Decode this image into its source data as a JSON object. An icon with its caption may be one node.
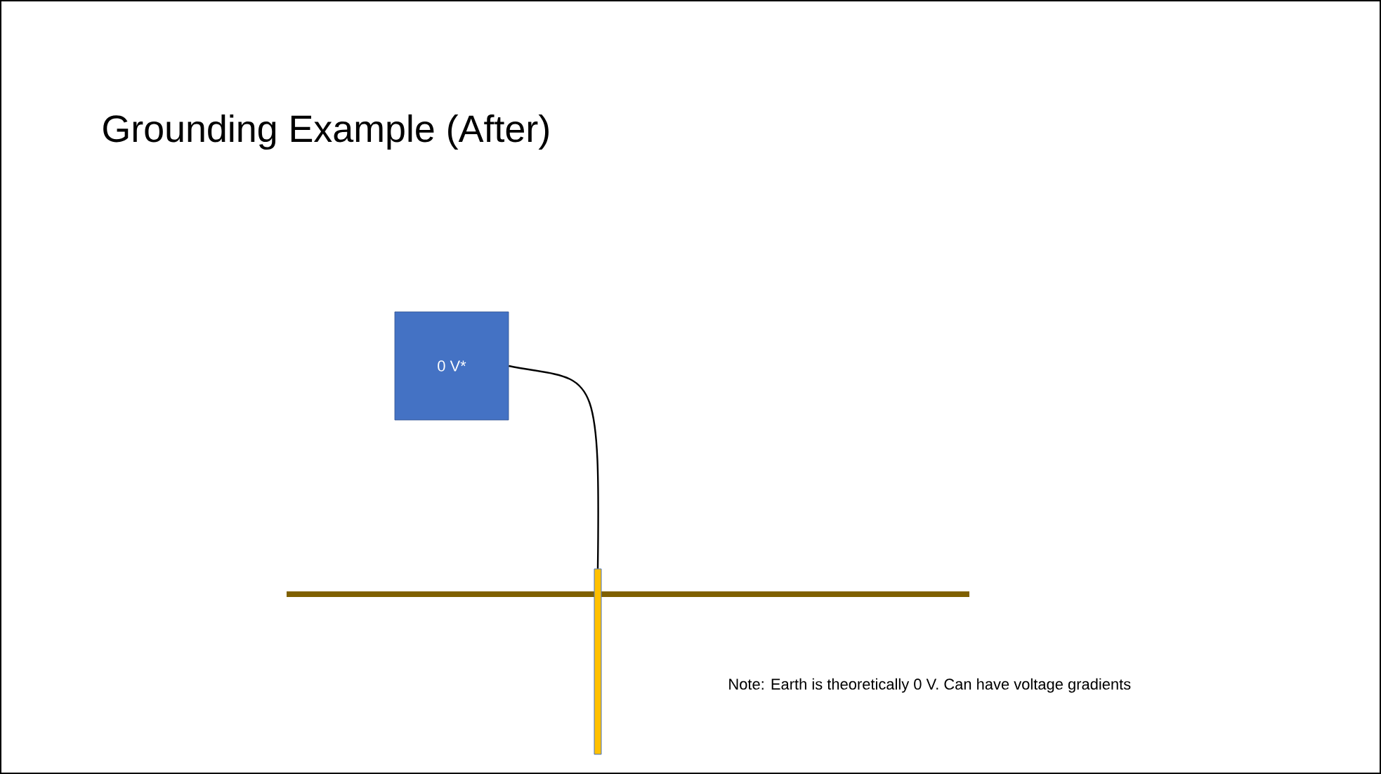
{
  "diagram": {
    "title": "Grounding Example (After)",
    "nodes": [
      {
        "text": [
          "0 V*"
        ]
      },
      {
        "text": [],
        "shape": "bar"
      }
    ],
    "edges": [
      {
        "from": 0,
        "to": 1,
        "arrow": "none"
      }
    ],
    "labels": [
      "Note: Earth is theoretically 0 V. Can have voltage gradients"
    ]
  }
}
